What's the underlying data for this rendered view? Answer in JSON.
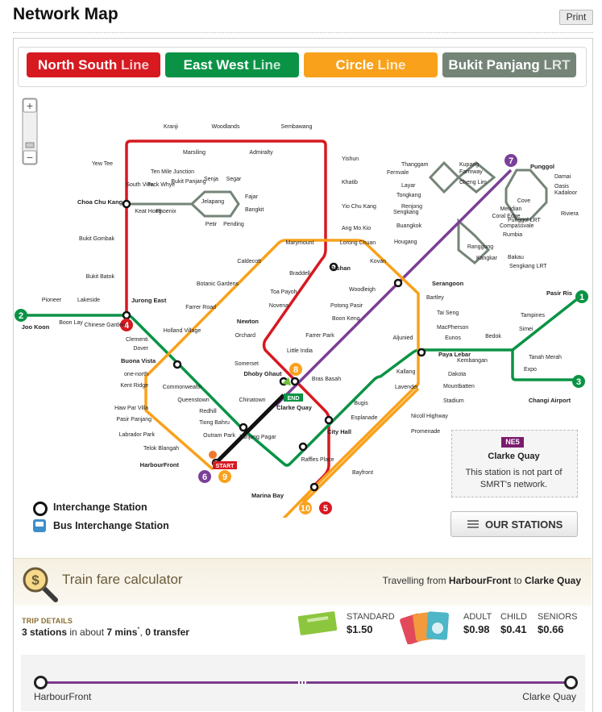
{
  "page": {
    "title": "Network Map",
    "print_label": "Print"
  },
  "lines": [
    {
      "main": "North South",
      "sub": "Line",
      "color": "#d71920"
    },
    {
      "main": "East West",
      "sub": "Line",
      "color": "#0a9345"
    },
    {
      "main": "Circle",
      "sub": "Line",
      "color": "#f9a11b"
    },
    {
      "main": "Bukit Panjang",
      "sub": "LRT",
      "color": "#748477"
    }
  ],
  "colors": {
    "ns": "#d71920",
    "ew": "#0a9345",
    "cc": "#f9a11b",
    "ne": "#7b3f98",
    "lrt": "#748477",
    "route": "#111111"
  },
  "map": {
    "stations": [
      "Kranji",
      "Woodlands",
      "Sembawang",
      "Marsiling",
      "Admiralty",
      "Yishun",
      "Yew Tee",
      "Khatib",
      "Choa Chu Kang",
      "Yio Chu Kang",
      "Ang Mo Kio",
      "Bukit Gombak",
      "Bukit Batok",
      "Marymount",
      "Lorong Chuan",
      "Caldecott",
      "Braddell",
      "Bishan",
      "Serangoon",
      "Kovan",
      "Hougang",
      "Buangkok",
      "Sengkang",
      "Punggol",
      "Botanic Gardens",
      "Jurong East",
      "Toa Payoh",
      "Woodleigh",
      "Bartley",
      "Pasir Ris",
      "Pioneer",
      "Lakeside",
      "Boon Lay",
      "Chinese Garden",
      "Clementi",
      "Joo Koon",
      "Farrer Road",
      "Holland Village",
      "Novena",
      "Potong Pasir",
      "Tai Seng",
      "Tampines",
      "Simei",
      "Newton",
      "Boon Keng",
      "Orchard",
      "MacPherson",
      "Dover",
      "Buona Vista",
      "Farrer Park",
      "Aljunied",
      "Eunos",
      "Bedok",
      "Tanah Merah",
      "Kembangan",
      "Paya Lebar",
      "Dakota",
      "Little India",
      "one-north",
      "Somerset",
      "Dhoby Ghaut",
      "Bras Basah",
      "Kallang",
      "Mountbatten",
      "Expo",
      "Changi Airport",
      "Kent Ridge",
      "Commonwealth",
      "Lavender",
      "Clarke Quay",
      "Chinatown",
      "Bugis",
      "Stadium",
      "Haw Par Villa",
      "Queenstown",
      "Redhill",
      "Pasir Panjang",
      "Tiong Bahru",
      "Esplanade",
      "Nicoll Highway",
      "Labrador Park",
      "Outram Park",
      "City Hall",
      "Promenade",
      "Telok Blangah",
      "Tanjong Pagar",
      "Raffles Place",
      "HarbourFront",
      "Bayfront",
      "Marina Bay",
      "South View",
      "Keat Hong",
      "Teck Whye",
      "Phoenix",
      "Ten Mile Junction",
      "Bukit Panjang",
      "Senja",
      "Jelapang",
      "Segar",
      "Fajar",
      "Bangkit",
      "Petir",
      "Pending",
      "Thanggam",
      "Fernvale",
      "Layar",
      "Tongkang",
      "Renjong",
      "Kupang",
      "Farmway",
      "Cheng Lim",
      "Damai",
      "Oasis",
      "Kadaloor",
      "Cove",
      "Meridian",
      "Coral Edge",
      "Riviera",
      "Compassvale",
      "Rumbia",
      "Bakau",
      "Kangkar",
      "Ranggung",
      "Sengkang LRT",
      "Punggol LRT"
    ],
    "line_numbers": [
      "1",
      "2",
      "3",
      "4",
      "5",
      "6",
      "7",
      "8",
      "9",
      "10"
    ],
    "start_label": "START",
    "end_label": "END"
  },
  "legend": {
    "interchange": "Interchange Station",
    "bus": "Bus Interchange Station"
  },
  "external_station": {
    "code": "NE5",
    "name": "Clarke Quay",
    "note": "This station is not part of SMRT's network."
  },
  "our_stations_label": "OUR STATIONS",
  "fare": {
    "title": "Train fare calculator",
    "travel_prefix": "Travelling from",
    "from": "HarbourFront",
    "travel_mid": "to",
    "to": "Clarke Quay",
    "trip_label": "TRIP DETAILS",
    "stations": "3 stations",
    "in_about": "in about",
    "duration": "7 mins",
    "star": "*",
    "transfers": "0 transfer",
    "standard_label": "STANDARD",
    "standard_value": "$1.50",
    "adult_label": "ADULT",
    "adult_value": "$0.98",
    "child_label": "CHILD",
    "child_value": "$0.41",
    "seniors_label": "SENIORS",
    "seniors_value": "$0.66"
  },
  "journey": {
    "from": "HarbourFront",
    "to": "Clarke Quay"
  }
}
